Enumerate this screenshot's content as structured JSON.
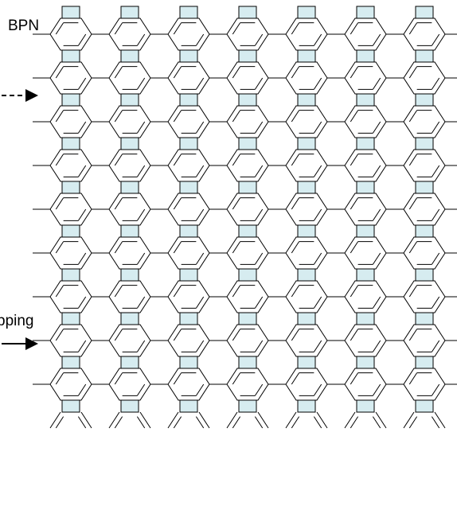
{
  "labels": {
    "material": "BPN",
    "arrow_text": "pping"
  },
  "colors": {
    "square_fill": "#d6ecf0",
    "stroke": "#000000",
    "background": "#ffffff"
  },
  "lattice": {
    "repeat_columns": 7,
    "repeat_rows": 9,
    "ring": "hexagon",
    "linker": "square"
  },
  "arrows": [
    {
      "style": "dashed",
      "direction": "right"
    },
    {
      "style": "solid",
      "direction": "right"
    }
  ]
}
